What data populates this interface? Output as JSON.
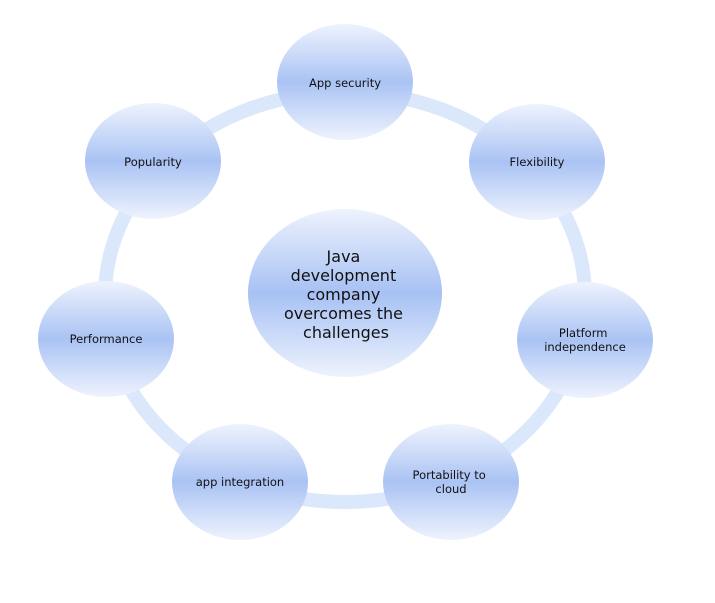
{
  "diagram": {
    "center": {
      "lines": [
        "Java",
        "development",
        "company",
        "overcomes the",
        "challenges"
      ]
    },
    "nodes": [
      {
        "id": "app-security",
        "lines": [
          "App security"
        ]
      },
      {
        "id": "flexibility",
        "lines": [
          "Flexibility"
        ]
      },
      {
        "id": "platform-independence",
        "lines": [
          "Platform",
          "independence"
        ]
      },
      {
        "id": "portability-to-cloud",
        "lines": [
          "Portability to",
          "cloud"
        ]
      },
      {
        "id": "app-integration",
        "lines": [
          "app integration"
        ]
      },
      {
        "id": "performance",
        "lines": [
          "Performance"
        ]
      },
      {
        "id": "popularity",
        "lines": [
          "Popularity"
        ]
      }
    ]
  }
}
